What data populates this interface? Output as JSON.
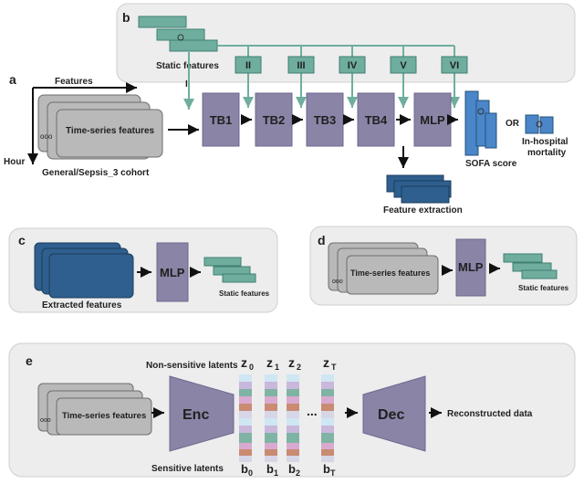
{
  "colors": {
    "panel_bg": "#ededed",
    "panel_border": "#c9c9c9",
    "block": "#8a84a6",
    "block_border": "#6e6890",
    "static_green": "#6fae9f",
    "static_border": "#3f7f72",
    "ts_card": "#b9b9b9",
    "ts_card_border": "#6d6d6d",
    "feat_blue": "#2f5f8e",
    "sofa_blue": "#4a86c8",
    "arrow_green": "#6fae9f",
    "arrow_dark": "#111111"
  },
  "panel_b": {
    "letter": "b",
    "static_features_label": "Static features",
    "branches": [
      "I",
      "II",
      "III",
      "IV",
      "V",
      "VI"
    ]
  },
  "panel_a": {
    "letter": "a",
    "features_axis": "Features",
    "hour_axis": "Hour",
    "ts_label": "Time-series features",
    "dots": "ooo",
    "cohort_label": "General/Sepsis_3 cohort",
    "blocks": [
      "TB1",
      "TB2",
      "TB3",
      "TB4",
      "MLP"
    ],
    "feature_extraction": "Feature extraction",
    "sofa_label": "SOFA score",
    "or_label": "OR",
    "mortality_line1": "In-hospital",
    "mortality_line2": "mortality"
  },
  "panel_c": {
    "letter": "c",
    "extracted_label": "Extracted features",
    "mlp": "MLP",
    "static_label": "Static features"
  },
  "panel_d": {
    "letter": "d",
    "ts_label": "Time-series features",
    "dots": "ooo",
    "mlp": "MLP",
    "static_label": "Static features"
  },
  "panel_e": {
    "letter": "e",
    "ts_label": "Time-series features",
    "dots": "ooo",
    "enc": "Enc",
    "dec": "Dec",
    "non_sensitive": "Non-sensitive latents",
    "sensitive": "Sensitive latents",
    "z_main": [
      "z",
      "z",
      "z",
      "z"
    ],
    "z_sub": [
      "0",
      "1",
      "2",
      "T"
    ],
    "b_main": [
      "b",
      "b",
      "b",
      "b"
    ],
    "b_sub": [
      "0",
      "1",
      "2",
      "T"
    ],
    "ellipsis": "...",
    "reconstructed": "Reconstructed data",
    "latent_colors": [
      "#cfe6f3",
      "#c9b7dc",
      "#7fb3a4",
      "#d9aacf",
      "#c98b72",
      "#d6d6e6"
    ]
  }
}
